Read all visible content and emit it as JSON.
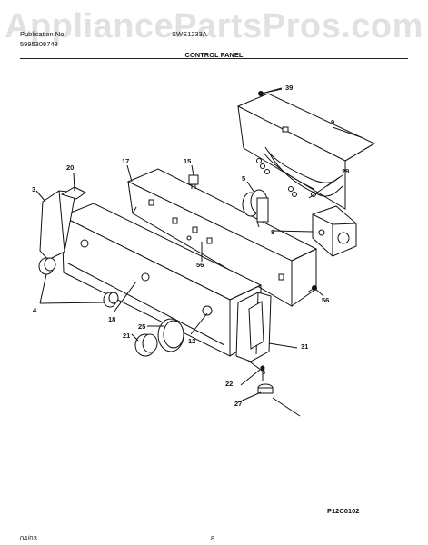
{
  "watermark": "AppliancePartsPros.com",
  "header": {
    "publication_label": "Publication No",
    "publication_number": "5995309748",
    "model": "SWS1233A",
    "section_title": "CONTROL PANEL"
  },
  "callouts": {
    "c39": "39",
    "c9": "9",
    "c20": "20",
    "c17": "17",
    "c15": "15",
    "c3": "3",
    "c5": "5",
    "c29": "29",
    "c8": "8",
    "c56a": "56",
    "c56b": "56",
    "c4": "4",
    "c18": "18",
    "c25": "25",
    "c21": "21",
    "c12": "12",
    "c31": "31",
    "c6": "6",
    "c22": "22",
    "c27": "27"
  },
  "footer": {
    "drawing_code": "P12C0102",
    "date": "04/03",
    "page": "8"
  }
}
